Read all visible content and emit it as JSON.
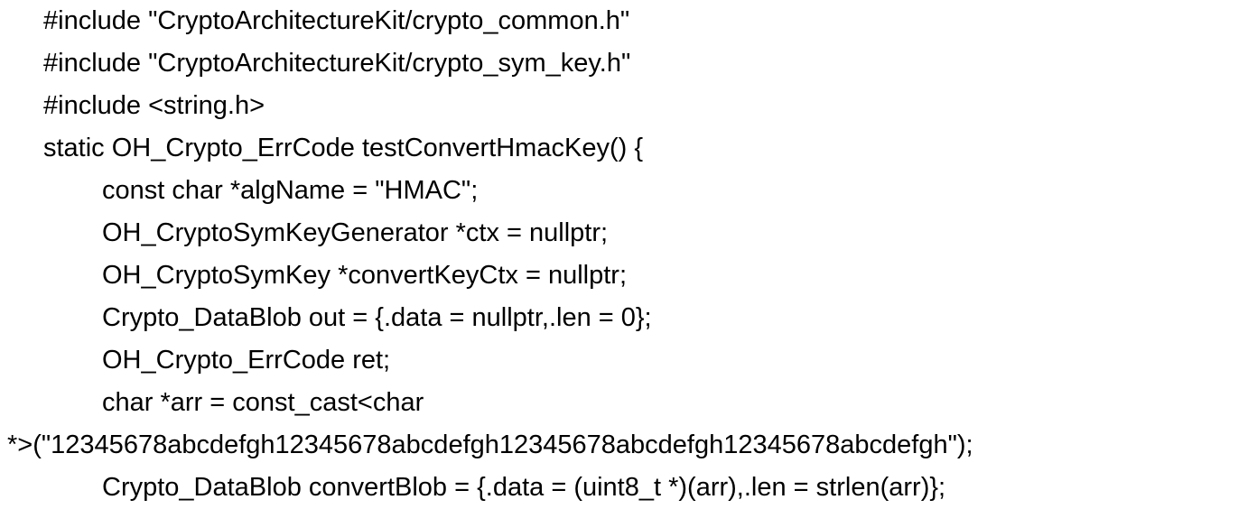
{
  "page": {
    "background_color": "#ffffff",
    "text_color": "#000000",
    "kind": "code-snippet"
  },
  "code": {
    "language": "c++",
    "lines": [
      {
        "indent": "base",
        "text": "#include \"CryptoArchitectureKit/crypto_common.h\""
      },
      {
        "indent": "base",
        "text": "#include \"CryptoArchitectureKit/crypto_sym_key.h\""
      },
      {
        "indent": "base",
        "text": "#include <string.h>"
      },
      {
        "indent": "base",
        "text": "static OH_Crypto_ErrCode testConvertHmacKey() {"
      },
      {
        "indent": "level1",
        "text": "const char *algName = \"HMAC\";"
      },
      {
        "indent": "level1",
        "text": "OH_CryptoSymKeyGenerator *ctx = nullptr;"
      },
      {
        "indent": "level1",
        "text": "OH_CryptoSymKey *convertKeyCtx = nullptr;"
      },
      {
        "indent": "level1",
        "text": "Crypto_DataBlob out = {.data = nullptr,.len = 0};"
      },
      {
        "indent": "level1",
        "text": "OH_Crypto_ErrCode ret;"
      },
      {
        "indent": "level1",
        "text": "char *arr = const_cast<char"
      },
      {
        "indent": "wrap",
        "text": "*>(\"12345678abcdefgh12345678abcdefgh12345678abcdefgh12345678abcdefgh\");"
      },
      {
        "indent": "level1",
        "text": "Crypto_DataBlob convertBlob = {.data = (uint8_t *)(arr),.len = strlen(arr)};"
      }
    ]
  }
}
